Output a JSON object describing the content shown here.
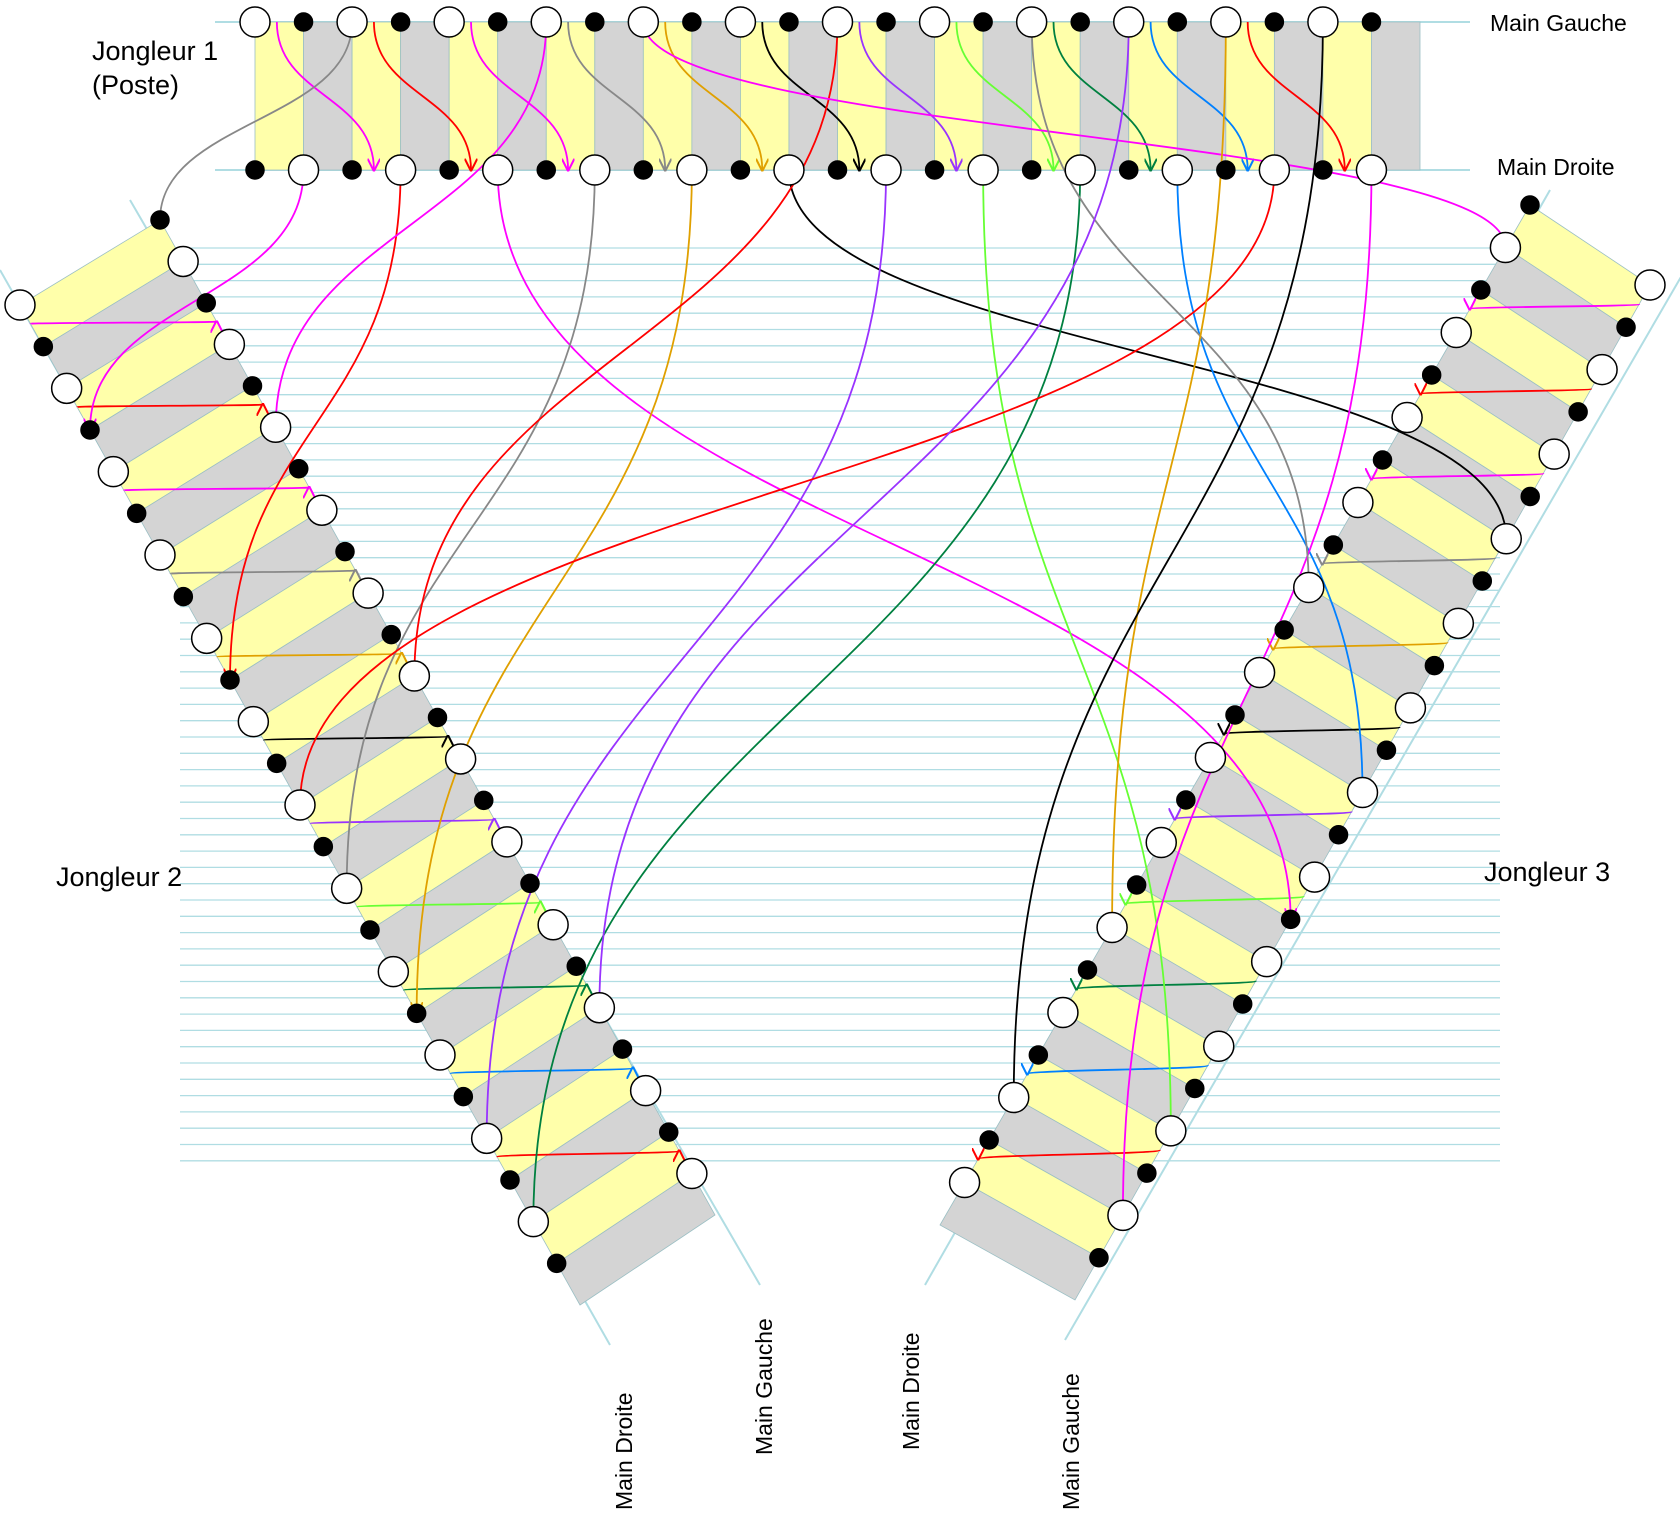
{
  "jugglers": {
    "j1": {
      "name": "Jongleur 1",
      "role": "(Poste)"
    },
    "j2": {
      "name": "Jongleur 2"
    },
    "j3": {
      "name": "Jongleur 3"
    }
  },
  "hands": {
    "j1": {
      "left": "Main Gauche",
      "right": "Main Droite"
    },
    "j2": {
      "right": "Main Droite",
      "left": "Main Gauche"
    },
    "j3": {
      "right": "Main Droite",
      "left": "Main Gauche"
    }
  },
  "colors": {
    "band_yellow": "#ffffaa",
    "band_gray": "#d4d4d4",
    "guide_line": "#b0dde3",
    "throw_colors": [
      "#ff00ff",
      "#ff0000",
      "#ff00ff",
      "#888888",
      "#e0a000",
      "#000000",
      "#9933ff",
      "#66ff33",
      "#008040",
      "#0080ff",
      "#ff0000",
      "#ff00ff",
      "#888888"
    ]
  },
  "beats_per_row": 24
}
